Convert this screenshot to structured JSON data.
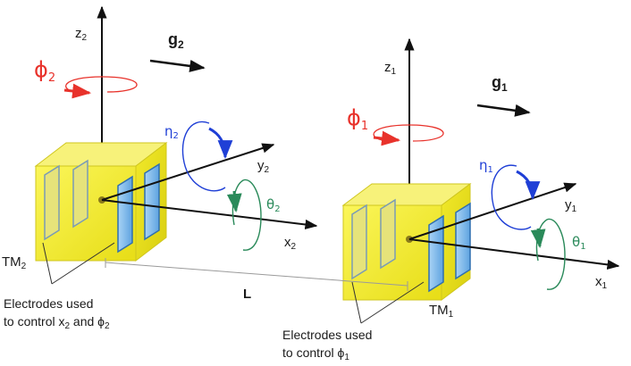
{
  "labels": {
    "z2": "z",
    "z2_sub": "2",
    "z1": "z",
    "z1_sub": "1",
    "y2": "y",
    "y2_sub": "2",
    "y1": "y",
    "y1_sub": "1",
    "x2": "x",
    "x2_sub": "2",
    "x1": "x",
    "x1_sub": "1",
    "g2": "g",
    "g2_sub": "2",
    "g1": "g",
    "g1_sub": "1",
    "phi2": "ϕ",
    "phi2_sub": "2",
    "phi1": "ϕ",
    "phi1_sub": "1",
    "eta2": "η",
    "eta2_sub": "2",
    "eta1": "η",
    "eta1_sub": "1",
    "theta2": "θ",
    "theta2_sub": "2",
    "theta1": "θ",
    "theta1_sub": "1",
    "tm2": "TM",
    "tm2_sub": "2",
    "tm1": "TM",
    "tm1_sub": "1",
    "L": "L"
  },
  "captions": {
    "left_line1": "Electrodes used",
    "left_line2_a": "to control x",
    "left_line2_b": "2",
    "left_line2_c": " and ϕ",
    "left_line2_d": "2",
    "right_line1": "Electrodes used",
    "right_line2_a": "to control ϕ",
    "right_line2_b": "1"
  },
  "colors": {
    "cube_face": "#f4ee2a",
    "cube_edge": "#c9c21b",
    "electrode": "#8ec3ee",
    "electrode_edge": "#2f6fb0",
    "phi": "#e8322b",
    "eta": "#1f3fd6",
    "theta": "#2a8a5a",
    "axis": "#111111"
  }
}
